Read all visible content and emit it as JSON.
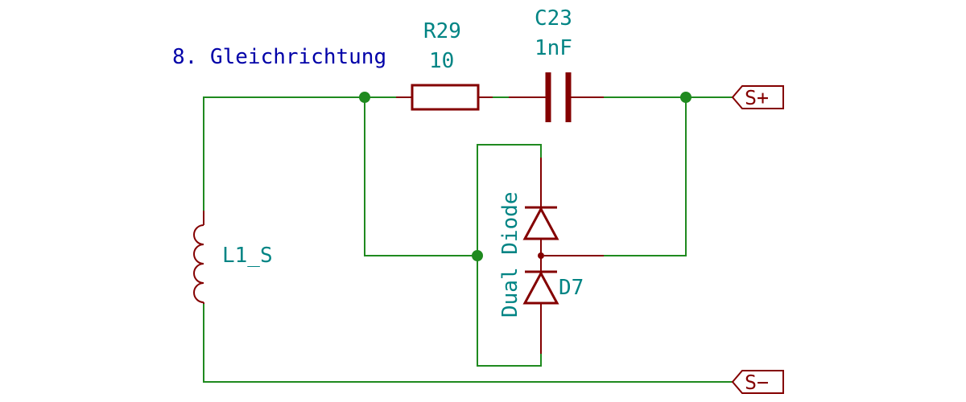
{
  "title": "8. Gleichrichtung",
  "components": {
    "inductor": {
      "ref": "L1_S"
    },
    "resistor": {
      "ref": "R29",
      "value": "10"
    },
    "capacitor": {
      "ref": "C23",
      "value": "1nF"
    },
    "diode": {
      "ref": "D7",
      "value": "Dual Diode"
    }
  },
  "ports": {
    "positive": "S+",
    "negative": "S−"
  },
  "colors": {
    "wire": "#1f8a1f",
    "component": "#840000",
    "reference_text": "#008484",
    "title_text": "#0000a8"
  }
}
